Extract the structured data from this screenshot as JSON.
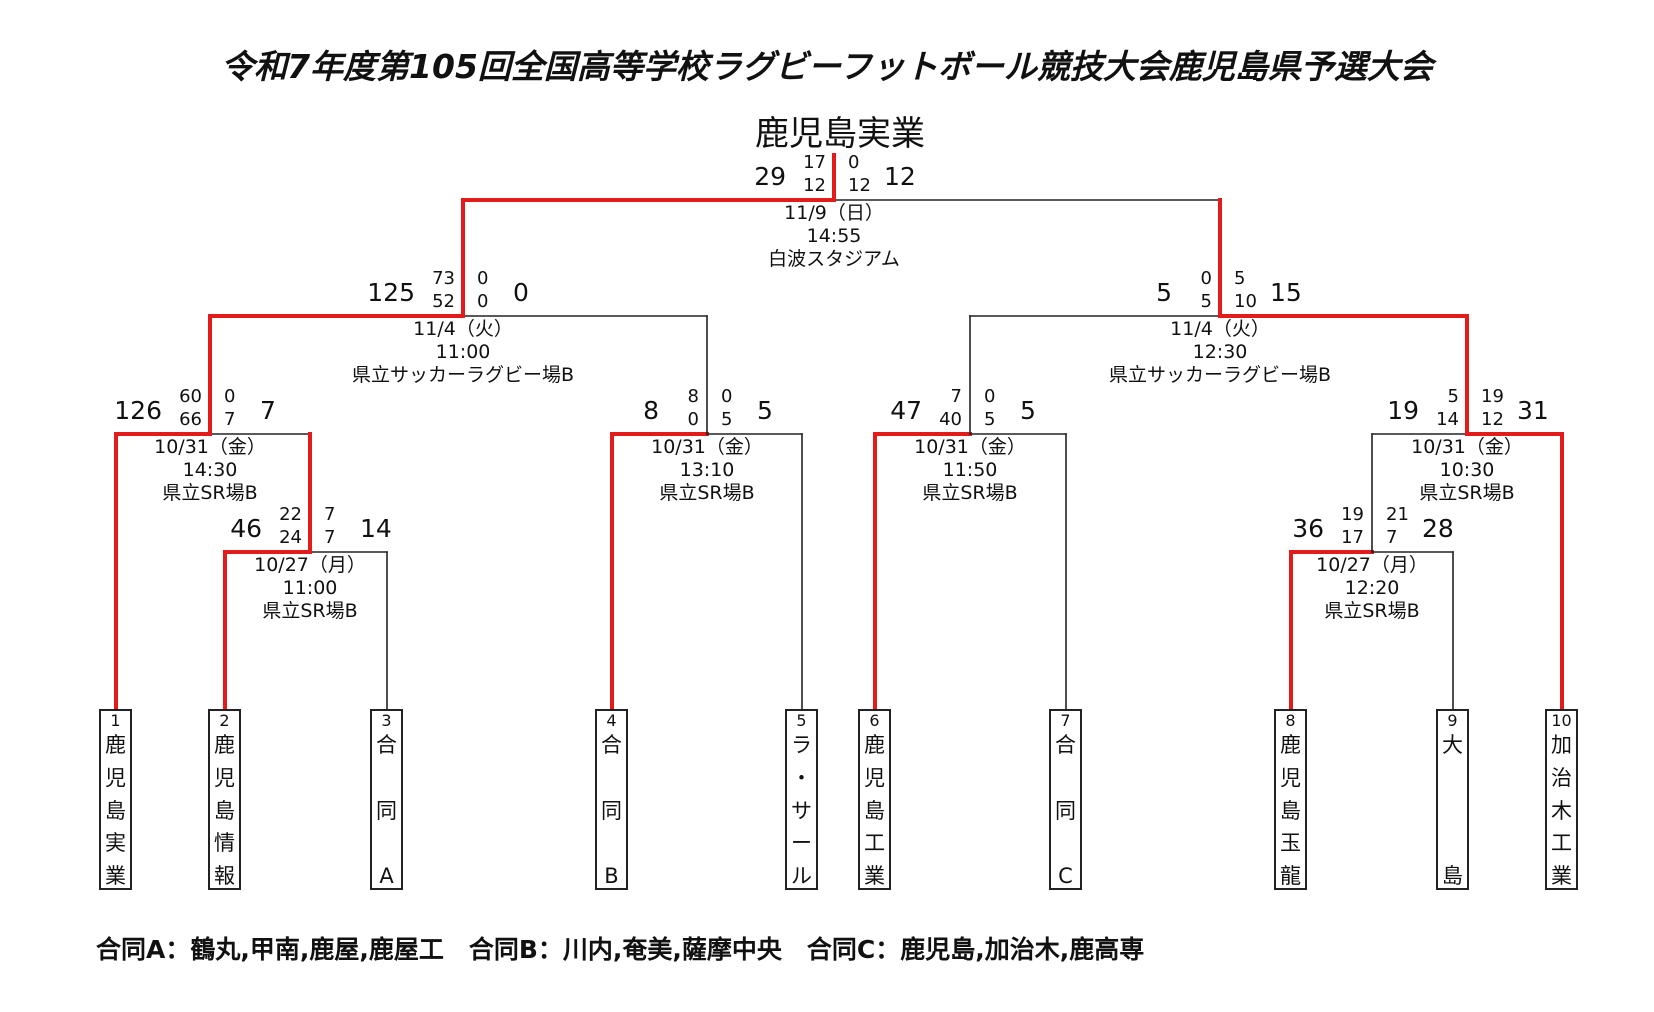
{
  "title": "令和7年度第105回全国高等学校ラグビーフットボール競技大会鹿児島県予選大会",
  "champion": "鹿児島実業",
  "colors": {
    "winner_line": "#e31b1b",
    "loser_line": "#222222"
  },
  "teams": [
    {
      "num": "1",
      "name": "鹿児島実業"
    },
    {
      "num": "2",
      "name": "鹿児島情報"
    },
    {
      "num": "3",
      "name": "合同A"
    },
    {
      "num": "4",
      "name": "合同B"
    },
    {
      "num": "5",
      "name": "ラ・サール"
    },
    {
      "num": "6",
      "name": "鹿児島工業"
    },
    {
      "num": "7",
      "name": "合同C"
    },
    {
      "num": "8",
      "name": "鹿児島玉龍"
    },
    {
      "num": "9",
      "name": "大島"
    },
    {
      "num": "10",
      "name": "加治木工業"
    }
  ],
  "matches": {
    "r1_left": {
      "total_l": "46",
      "half_l1": "22",
      "half_l2": "24",
      "half_r1": "7",
      "half_r2": "7",
      "total_r": "14",
      "date": "10/27（月）",
      "time": "11:00",
      "venue": "県立SR場B"
    },
    "r1_right": {
      "total_l": "36",
      "half_l1": "19",
      "half_l2": "17",
      "half_r1": "21",
      "half_r2": "7",
      "total_r": "28",
      "date": "10/27（月）",
      "time": "12:20",
      "venue": "県立SR場B"
    },
    "qf1": {
      "total_l": "126",
      "half_l1": "60",
      "half_l2": "66",
      "half_r1": "0",
      "half_r2": "7",
      "total_r": "7",
      "date": "10/31（金）",
      "time": "14:30",
      "venue": "県立SR場B"
    },
    "qf2": {
      "total_l": "8",
      "half_l1": "8",
      "half_l2": "0",
      "half_r1": "0",
      "half_r2": "5",
      "total_r": "5",
      "date": "10/31（金）",
      "time": "13:10",
      "venue": "県立SR場B"
    },
    "qf3": {
      "total_l": "47",
      "half_l1": "7",
      "half_l2": "40",
      "half_r1": "0",
      "half_r2": "5",
      "total_r": "5",
      "date": "10/31（金）",
      "time": "11:50",
      "venue": "県立SR場B"
    },
    "qf4": {
      "total_l": "19",
      "half_l1": "5",
      "half_l2": "14",
      "half_r1": "19",
      "half_r2": "12",
      "total_r": "31",
      "date": "10/31（金）",
      "time": "10:30",
      "venue": "県立SR場B"
    },
    "sf1": {
      "total_l": "125",
      "half_l1": "73",
      "half_l2": "52",
      "half_r1": "0",
      "half_r2": "0",
      "total_r": "0",
      "date": "11/4（火）",
      "time": "11:00",
      "venue": "県立サッカーラグビー場B"
    },
    "sf2": {
      "total_l": "5",
      "half_l1": "0",
      "half_l2": "5",
      "half_r1": "5",
      "half_r2": "10",
      "total_r": "15",
      "date": "11/4（火）",
      "time": "12:30",
      "venue": "県立サッカーラグビー場B"
    },
    "final": {
      "total_l": "29",
      "half_l1": "17",
      "half_l2": "12",
      "half_r1": "0",
      "half_r2": "12",
      "total_r": "12",
      "date": "11/9（日）",
      "time": "14:55",
      "venue": "白波スタジアム"
    }
  },
  "footnote": "合同A：鶴丸,甲南,鹿屋,鹿屋工　合同B：川内,奄美,薩摩中央　合同C：鹿児島,加治木,鹿高専"
}
